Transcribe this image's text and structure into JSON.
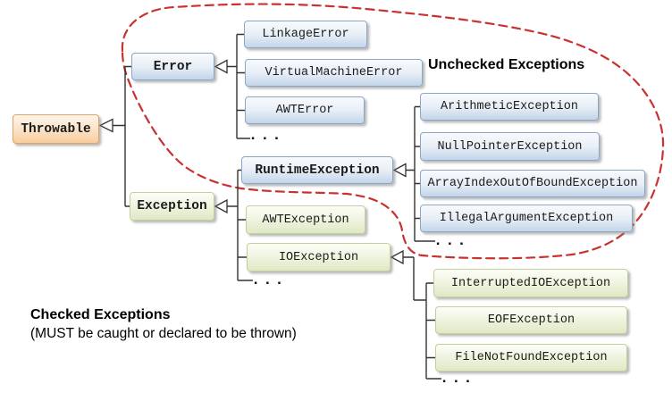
{
  "annotations": {
    "unchecked": "Unchecked Exceptions",
    "checked_title": "Checked Exceptions",
    "checked_subtitle": "(MUST be caught or declared to be thrown)"
  },
  "nodes": [
    {
      "id": "throwable",
      "label": "Throwable",
      "family": "root",
      "bold": true
    },
    {
      "id": "error",
      "label": "Error",
      "family": "unchecked",
      "bold": true
    },
    {
      "id": "linkage-error",
      "label": "LinkageError",
      "family": "unchecked",
      "bold": false
    },
    {
      "id": "virtual-machine-error",
      "label": "VirtualMachineError",
      "family": "unchecked",
      "bold": false
    },
    {
      "id": "awt-error",
      "label": "AWTError",
      "family": "unchecked",
      "bold": false
    },
    {
      "id": "error-ellipsis",
      "label": "...",
      "family": "ellipsis",
      "bold": false
    },
    {
      "id": "exception",
      "label": "Exception",
      "family": "checked",
      "bold": true
    },
    {
      "id": "runtime-exception",
      "label": "RuntimeException",
      "family": "unchecked",
      "bold": true
    },
    {
      "id": "awt-exception",
      "label": "AWTException",
      "family": "checked",
      "bold": false
    },
    {
      "id": "io-exception",
      "label": "IOException",
      "family": "checked",
      "bold": false
    },
    {
      "id": "exception-ellipsis",
      "label": "...",
      "family": "ellipsis",
      "bold": false
    },
    {
      "id": "arithmetic-exception",
      "label": "ArithmeticException",
      "family": "unchecked",
      "bold": false
    },
    {
      "id": "null-pointer-exception",
      "label": "NullPointerException",
      "family": "unchecked",
      "bold": false
    },
    {
      "id": "array-index-out-of-bound-exception",
      "label": "ArrayIndexOutOfBoundException",
      "family": "unchecked",
      "bold": false
    },
    {
      "id": "illegal-argument-exception",
      "label": "IllegalArgumentException",
      "family": "unchecked",
      "bold": false
    },
    {
      "id": "runtime-ellipsis",
      "label": "...",
      "family": "ellipsis",
      "bold": false
    },
    {
      "id": "interrupted-io-exception",
      "label": "InterruptedIOException",
      "family": "checked",
      "bold": false
    },
    {
      "id": "eof-exception",
      "label": "EOFException",
      "family": "checked",
      "bold": false
    },
    {
      "id": "file-not-found-exception",
      "label": "FileNotFoundException",
      "family": "checked",
      "bold": false
    },
    {
      "id": "io-ellipsis",
      "label": "...",
      "family": "ellipsis",
      "bold": false
    }
  ],
  "palette": {
    "root_border": "#dfa467",
    "root_top": "#fdf4e9",
    "root_mid": "#fbe3c8",
    "root_bottom": "#f8cc9d",
    "unchecked_border": "#8ca7c5",
    "unchecked_top": "#f8fbfd",
    "unchecked_mid": "#e7eef6",
    "unchecked_bottom": "#c2d5e9",
    "checked_border": "#c3cf9d",
    "checked_top": "#fcfef7",
    "checked_mid": "#eef3dd",
    "checked_bottom": "#dfe8c6",
    "boundary_red": "#c83230",
    "connector": "#333333"
  }
}
